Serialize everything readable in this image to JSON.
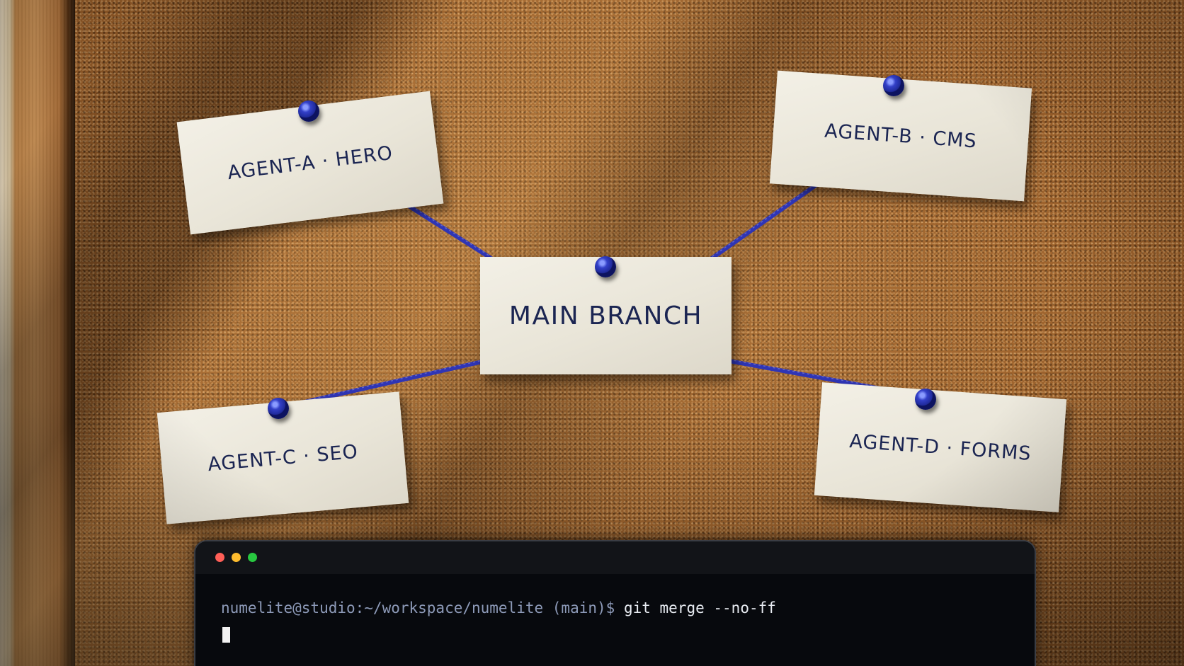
{
  "board": {
    "main_card": {
      "label": "MAIN BRANCH"
    },
    "agent_cards": [
      {
        "id": "a",
        "label": "AGENT-A · HERO"
      },
      {
        "id": "b",
        "label": "AGENT-B · CMS"
      },
      {
        "id": "c",
        "label": "AGENT-C · SEO"
      },
      {
        "id": "d",
        "label": "AGENT-D · FORMS"
      }
    ],
    "pin_color": "#2a36b8",
    "string_color": "#2f35b5",
    "card_text_color": "#1b2552"
  },
  "terminal": {
    "window_buttons": [
      "close",
      "minimize",
      "maximize"
    ],
    "prompt": "numelite@studio:~/workspace/numelite (main)$",
    "command": "git merge --no-ff",
    "colors": {
      "background": "#07090d",
      "prompt": "#8d9ab8",
      "command": "#e8ecf2"
    }
  }
}
